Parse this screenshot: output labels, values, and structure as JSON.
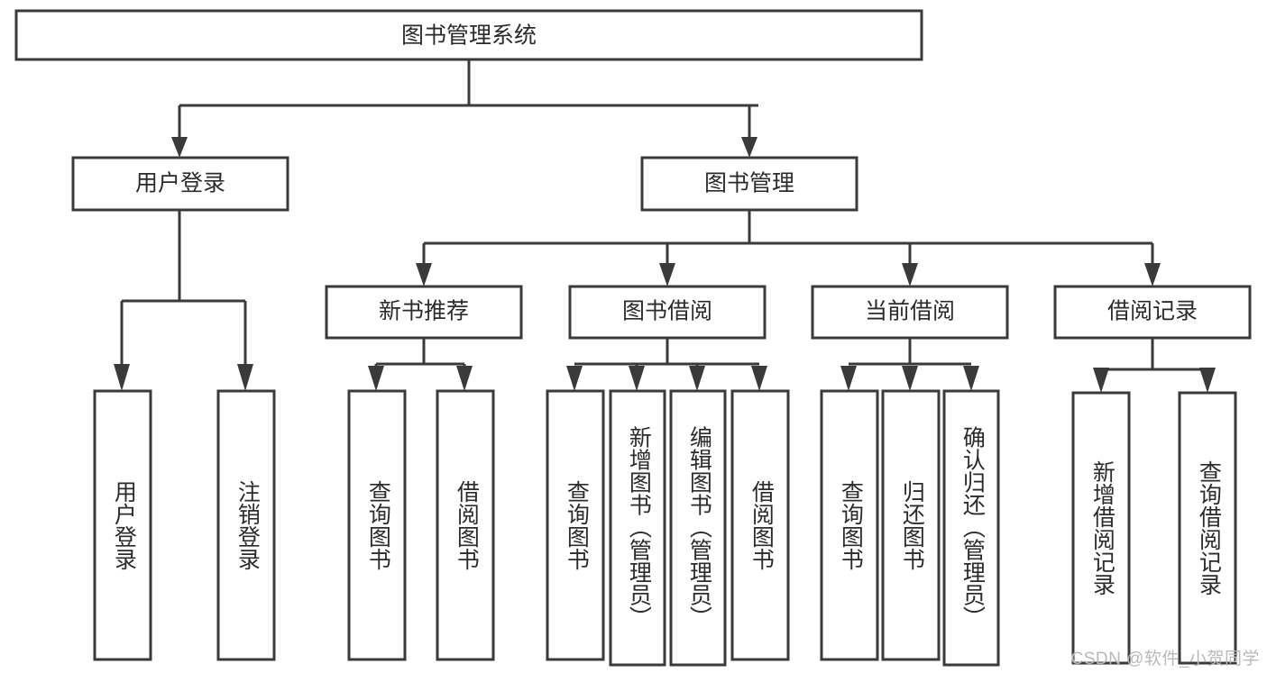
{
  "diagram": {
    "title": "图书管理系统",
    "type": "hierarchy-tree",
    "orientation": "top-down",
    "levels": 4,
    "root": {
      "id": "root",
      "label": "图书管理系统"
    },
    "level2": [
      {
        "id": "user-login",
        "label": "用户登录"
      },
      {
        "id": "book-management",
        "label": "图书管理"
      }
    ],
    "level3": [
      {
        "id": "new-book-recommend",
        "label": "新书推荐",
        "parent": "book-management"
      },
      {
        "id": "book-borrow",
        "label": "图书借阅",
        "parent": "book-management"
      },
      {
        "id": "current-borrow",
        "label": "当前借阅",
        "parent": "book-management"
      },
      {
        "id": "borrow-record",
        "label": "借阅记录",
        "parent": "book-management"
      }
    ],
    "leaves": {
      "user-login": [
        {
          "id": "leaf-user-login",
          "label": "用户登录"
        },
        {
          "id": "leaf-logout-login",
          "label": "注销登录"
        }
      ],
      "new-book-recommend": [
        {
          "id": "leaf-query-book-1",
          "label": "查询图书"
        },
        {
          "id": "leaf-borrow-book-1",
          "label": "借阅图书"
        }
      ],
      "book-borrow": [
        {
          "id": "leaf-query-book-2",
          "label": "查询图书"
        },
        {
          "id": "leaf-add-book-admin",
          "label": "新增图书（管理员）"
        },
        {
          "id": "leaf-edit-book-admin",
          "label": "编辑图书（管理员）"
        },
        {
          "id": "leaf-borrow-book-2",
          "label": "借阅图书"
        }
      ],
      "current-borrow": [
        {
          "id": "leaf-query-book-3",
          "label": "查询图书"
        },
        {
          "id": "leaf-return-book",
          "label": "归还图书"
        },
        {
          "id": "leaf-confirm-return-admin",
          "label": "确认归还（管理员）"
        }
      ],
      "borrow-record": [
        {
          "id": "leaf-add-borrow-record",
          "label": "新增借阅记录"
        },
        {
          "id": "leaf-query-borrow-record",
          "label": "查询借阅记录"
        }
      ]
    }
  },
  "watermark": {
    "text": "CSDN @软件_小贺同学"
  },
  "colors": {
    "background": "#ffffff",
    "box_fill": "#ffffff",
    "box_stroke": "#3a3a3a",
    "connector": "#3a3a3a",
    "text": "#2b2b2b",
    "watermark": "#b9b9b9"
  }
}
